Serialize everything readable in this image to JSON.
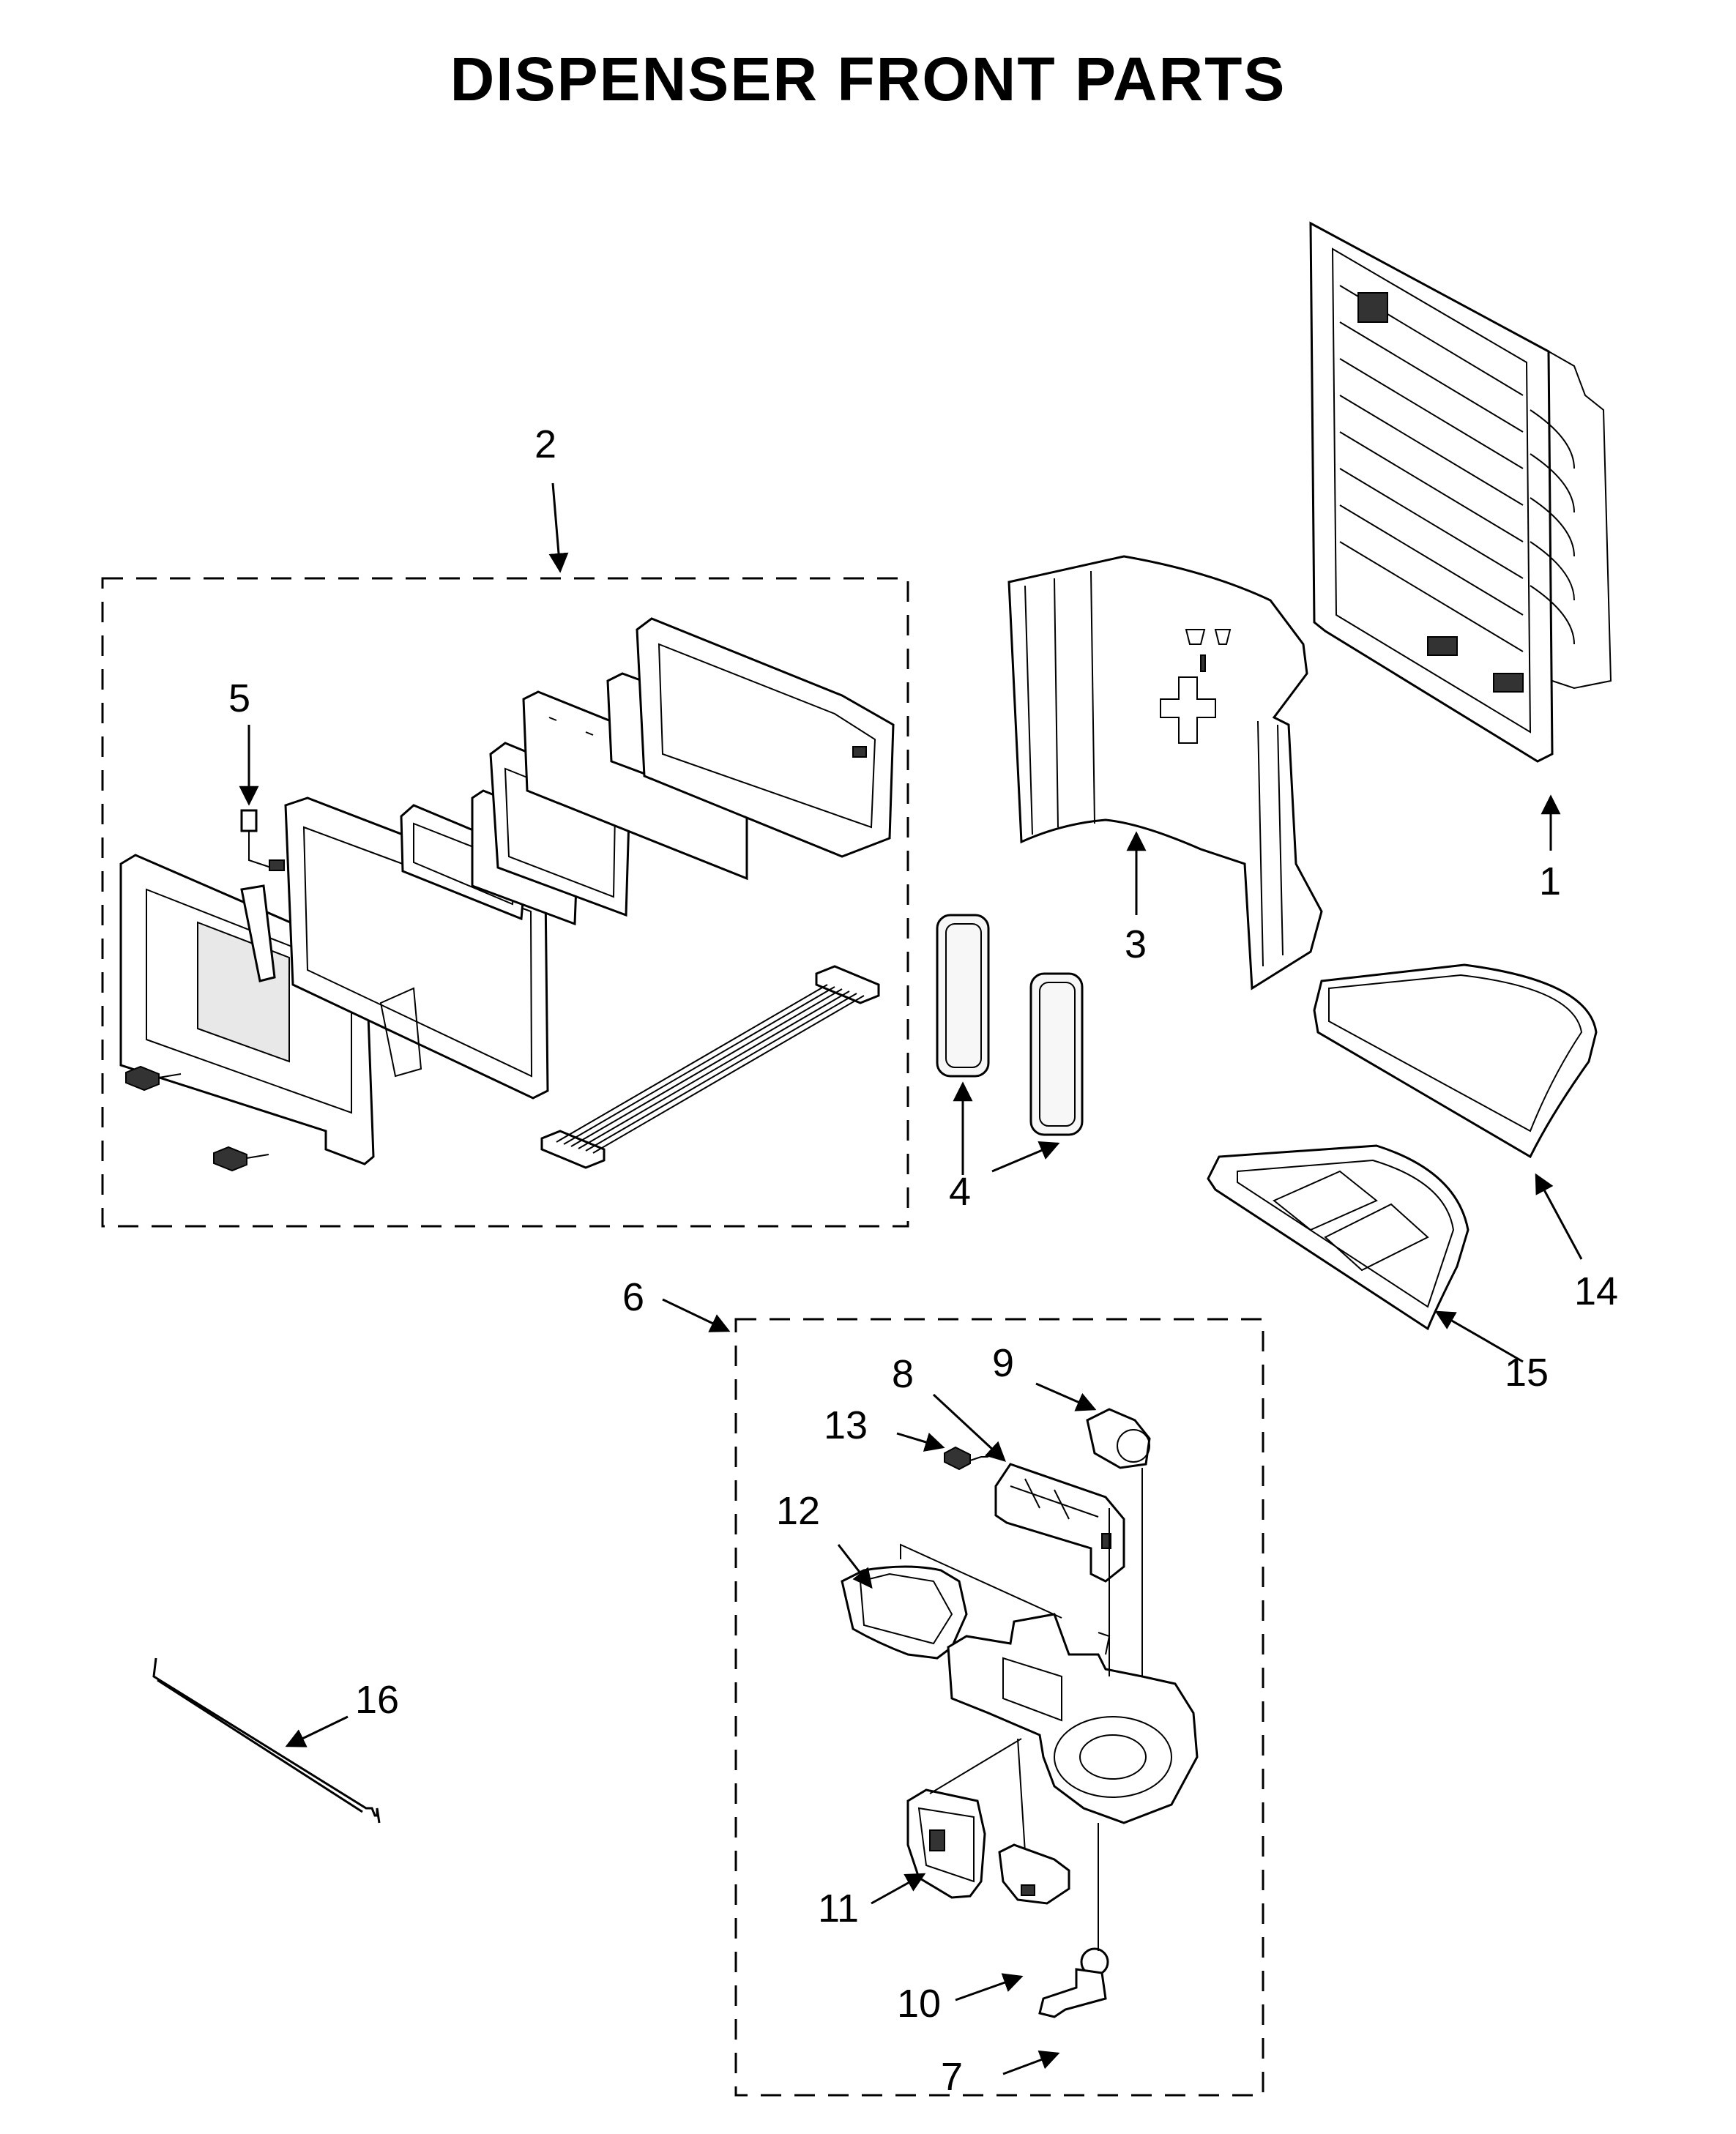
{
  "title": "DISPENSER FRONT PARTS",
  "callouts": [
    {
      "id": "1",
      "label": "1"
    },
    {
      "id": "2",
      "label": "2"
    },
    {
      "id": "3",
      "label": "3"
    },
    {
      "id": "4",
      "label": "4"
    },
    {
      "id": "5",
      "label": "5"
    },
    {
      "id": "6",
      "label": "6"
    },
    {
      "id": "7",
      "label": "7"
    },
    {
      "id": "8",
      "label": "8"
    },
    {
      "id": "9",
      "label": "9"
    },
    {
      "id": "10",
      "label": "10"
    },
    {
      "id": "11",
      "label": "11"
    },
    {
      "id": "12",
      "label": "12"
    },
    {
      "id": "13",
      "label": "13"
    },
    {
      "id": "14",
      "label": "14"
    },
    {
      "id": "15",
      "label": "15"
    },
    {
      "id": "16",
      "label": "16"
    }
  ]
}
